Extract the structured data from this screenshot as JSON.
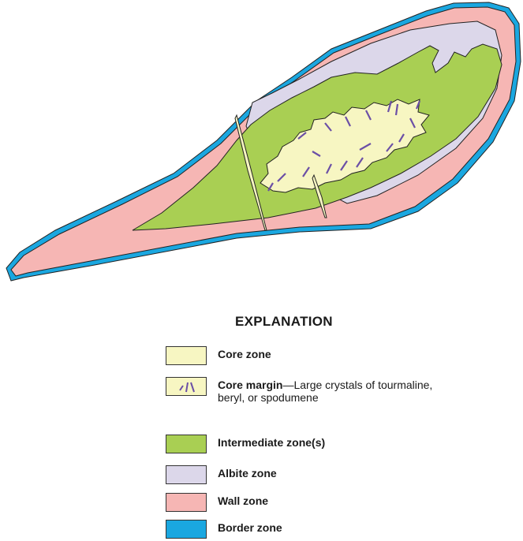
{
  "explanation": {
    "title": "EXPLANATION",
    "items": [
      {
        "name": "Core zone",
        "description": "",
        "color": "#f7f6c2"
      },
      {
        "name": "Core margin",
        "description": "—Large crystals of tourmaline, beryl, or spodumene",
        "color": "#f7f6c2",
        "symbol_color": "#6b4fa6"
      },
      {
        "name": "Intermediate zone(s)",
        "description": "",
        "color": "#a9cf53"
      },
      {
        "name": "Albite zone",
        "description": "",
        "color": "#dcd7ea"
      },
      {
        "name": "Wall zone",
        "description": "",
        "color": "#f6b6b4"
      },
      {
        "name": "Border zone",
        "description": "",
        "color": "#1aa7e0"
      }
    ]
  }
}
